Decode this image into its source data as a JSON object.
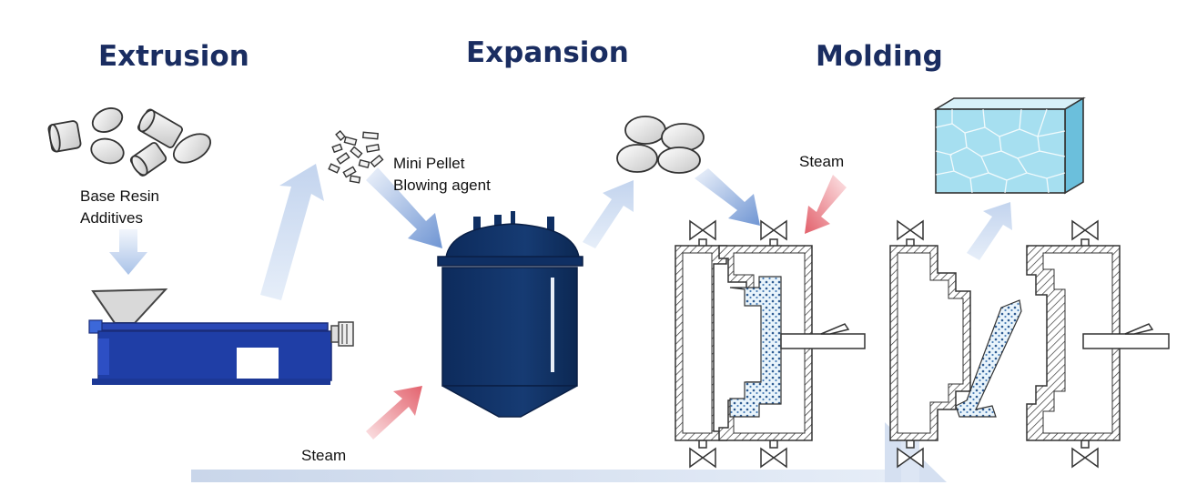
{
  "titles": {
    "extrusion": "Extrusion",
    "expansion": "Expansion",
    "molding": "Molding"
  },
  "labels": {
    "base_resin": "Base Resin",
    "additives": "Additives",
    "mini_pellet": "Mini Pellet",
    "blowing_agent": "Blowing agent",
    "steam_molding": "Steam",
    "steam_reactor": "Steam"
  },
  "colors": {
    "title": "#1a2d61",
    "extruder": "#1f3ea6",
    "reactor": "#0f2f63",
    "flow_arrow": "#b9cbe8",
    "steam_arrow": "#e98a92",
    "foam_block": "#a6dff0"
  }
}
